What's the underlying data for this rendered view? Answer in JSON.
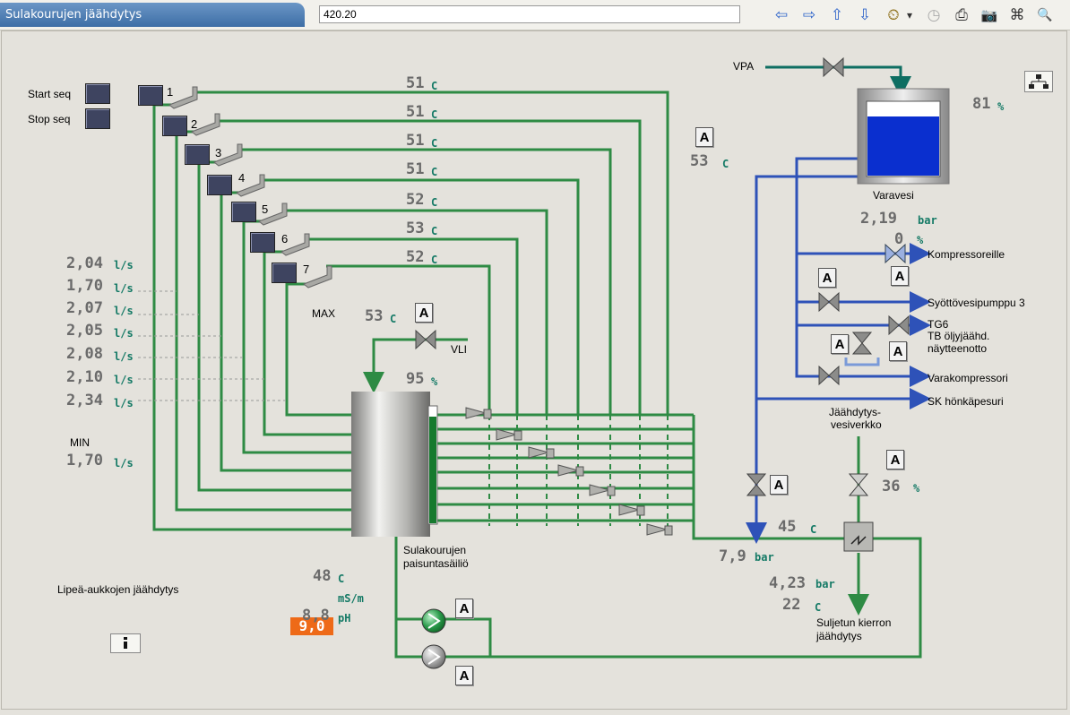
{
  "window": {
    "title": "Sulakourujen jäähdytys",
    "tag_value": "420.20"
  },
  "toolbar": {
    "icons": [
      "arrow-left-icon",
      "arrow-right-icon",
      "arrow-up-icon",
      "arrow-down-icon",
      "clock-icon",
      "dropdown-icon",
      "compass-icon",
      "printer-icon",
      "camera-icon",
      "trend-icon",
      "zoom-icon"
    ],
    "glyphs": [
      "⇦",
      "⇨",
      "⇧",
      "⇩",
      "⏲",
      "▾",
      "◷",
      "⎙",
      "📷",
      "⌘",
      "🔍"
    ]
  },
  "sequence": {
    "start_label": "Start seq",
    "stop_label": "Stop seq"
  },
  "channels": [
    {
      "num": "1",
      "temp": "51"
    },
    {
      "num": "2",
      "temp": "51"
    },
    {
      "num": "3",
      "temp": "51"
    },
    {
      "num": "4",
      "temp": "51"
    },
    {
      "num": "5",
      "temp": "52"
    },
    {
      "num": "6",
      "temp": "53"
    },
    {
      "num": "7",
      "temp": "52"
    }
  ],
  "flows": {
    "values": [
      "2,04",
      "1,70",
      "2,07",
      "2,05",
      "2,08",
      "2,10",
      "2,34"
    ],
    "unit": "l/s",
    "max_label": "MAX",
    "min_label": "MIN",
    "min_value": "1,70"
  },
  "units": {
    "c": "C",
    "pct": "%",
    "bar": "bar",
    "ms": "mS/m",
    "ph": "pH"
  },
  "tank": {
    "label1": "Sulakourujen",
    "label2": "paisuntasäiliö",
    "level": "95",
    "level_fraction": 0.95,
    "temp": "53",
    "vli_label": "VLI",
    "return_temp": "53"
  },
  "varavesi": {
    "label": "Varavesi",
    "level": "81",
    "level_fraction": 0.81,
    "vpa_label": "VPA",
    "pressure": "2,19",
    "valve_pct": "0"
  },
  "consumers": {
    "kompressoreille": "Kompressoreille",
    "syottovesi": "Syöttövesipumppu 3",
    "tg6": "TG6",
    "tb": "TB öljyjäähd.",
    "naytteenotto": "näytteenotto",
    "varakompressori": "Varakompressori",
    "sk": "SK hönkäpesuri"
  },
  "cooling_net": {
    "label1": "Jäähdytys-",
    "label2": "vesiverkko",
    "valve_pct": "36",
    "supply_temp": "45",
    "supply_pressure": "7,9",
    "return_pressure": "4,23",
    "return_temp": "22",
    "closed_label1": "Suljetun kierron",
    "closed_label2": "jäähdytys"
  },
  "water_quality": {
    "temp": "48",
    "conductivity": "9,0",
    "ph": "8,8"
  },
  "lipea": {
    "label": "Lipeä-aukkojen jäähdytys"
  },
  "auto_label": "A",
  "colors": {
    "green_pipe": "#2e8b44",
    "blue_pipe": "#2e52b8",
    "teal_pipe": "#0e6e62",
    "value_grey": "#6b6b6b",
    "unit_teal": "#157a66",
    "alarm_orange": "#ee6a18",
    "tank_blue": "#0a2fcf"
  }
}
